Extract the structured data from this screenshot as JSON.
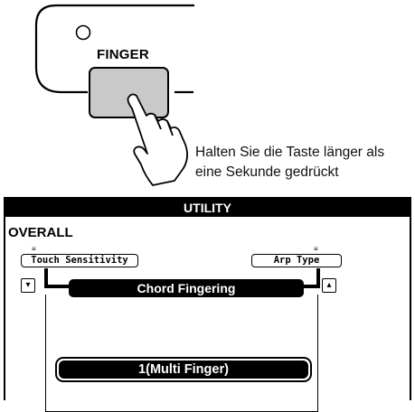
{
  "panel": {
    "button_label": "FINGER"
  },
  "caption": {
    "line1": "Halten Sie die Taste länger als",
    "line2": "eine Sekunde gedrückt"
  },
  "display": {
    "header": "UTILITY",
    "section": "OVERALL",
    "left_param": "Touch Sensitivity",
    "right_param": "Arp Type",
    "tick_glyph": "≡",
    "scroll_down_glyph": "▾",
    "scroll_up_glyph": "▴",
    "current_param": "Chord Fingering",
    "current_value": "1(Multi Finger)"
  }
}
